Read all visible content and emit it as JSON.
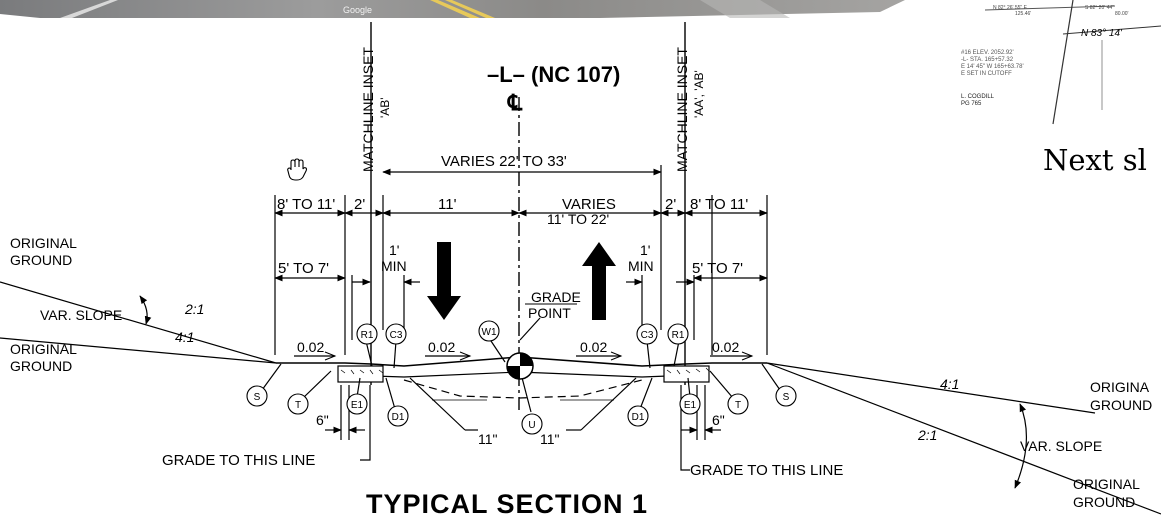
{
  "photo": {
    "attribution": "Google"
  },
  "next_slide": "Next sl",
  "title": "TYPICAL SECTION  1",
  "route": {
    "designation": "–L– (NC  107)",
    "centerline_symbol": "℄"
  },
  "matchlines": {
    "left": {
      "text": "MATCHLINE INSET",
      "sub": "'AB'"
    },
    "right": {
      "text": "MATCHLINE INSET",
      "sub": "'AA', 'AB'"
    }
  },
  "dims": {
    "varies_total": "VARIES 22' TO 33'",
    "left_shoulder": "8' TO  11'",
    "left_gutter": "2'",
    "left_lane": "11'",
    "right_varies": "VARIES",
    "right_varies_range": "11' TO  22'",
    "right_gutter": "2'",
    "right_shoulder": "8' TO  11'",
    "left_sub": "5' TO  7'",
    "right_sub": "5' TO  7'",
    "min_left": "1'",
    "min_left2": "MIN",
    "min_right": "1'",
    "min_right2": "MIN",
    "six_in_left": "6\"",
    "six_in_right": "6\"",
    "eleven_in_left": "11\"",
    "eleven_in_right": "11\""
  },
  "slopes": {
    "cross1": "0.02",
    "cross2": "0.02",
    "cross3": "0.02",
    "cross4": "0.02",
    "left_21": "2:1",
    "left_41": "4:1",
    "right_41": "4:1",
    "right_21": "2:1",
    "left_var": "VAR. SLOPE",
    "right_var": "VAR. SLOPE"
  },
  "ground": {
    "left_top1": "ORIGINAL",
    "left_top2": "GROUND",
    "left_bot1": "ORIGINAL",
    "left_bot2": "GROUND",
    "right_top1": "ORIGINA",
    "right_top2": "GROUND",
    "right_bot1": "ORIGINAL",
    "right_bot2": "GROUND"
  },
  "grade": {
    "point1": "GRADE",
    "point2": "POINT",
    "left_line": "GRADE  TO  THIS  LINE",
    "right_line": "GRADE  TO  THIS  LINE"
  },
  "callouts": {
    "r1_left": "R1",
    "c3_left": "C3",
    "w1": "W1",
    "c3_right": "C3",
    "r1_right": "R1",
    "s_left": "S",
    "t_left": "T",
    "e1_left": "E1",
    "d1_left": "D1",
    "u": "U",
    "d1_right": "D1",
    "e1_right": "E1",
    "t_right": "T",
    "s_right": "S"
  },
  "survey_inset": {
    "bearing": "N 83° 14'",
    "line1": "N 82° 26' 55\" E",
    "line2": "125.46'",
    "line3": "S 82° 20' 44\"",
    "line4": "80.00'",
    "note1": "#16  ELEV. 2052.92'",
    "note2": "-L- STA. 165+57.32",
    "note3": "E 14' 45\" W   165+63.78'",
    "note4": "E SET IN CUTOFF",
    "owner": "L. COGDILL",
    "deed": "PG 765"
  }
}
